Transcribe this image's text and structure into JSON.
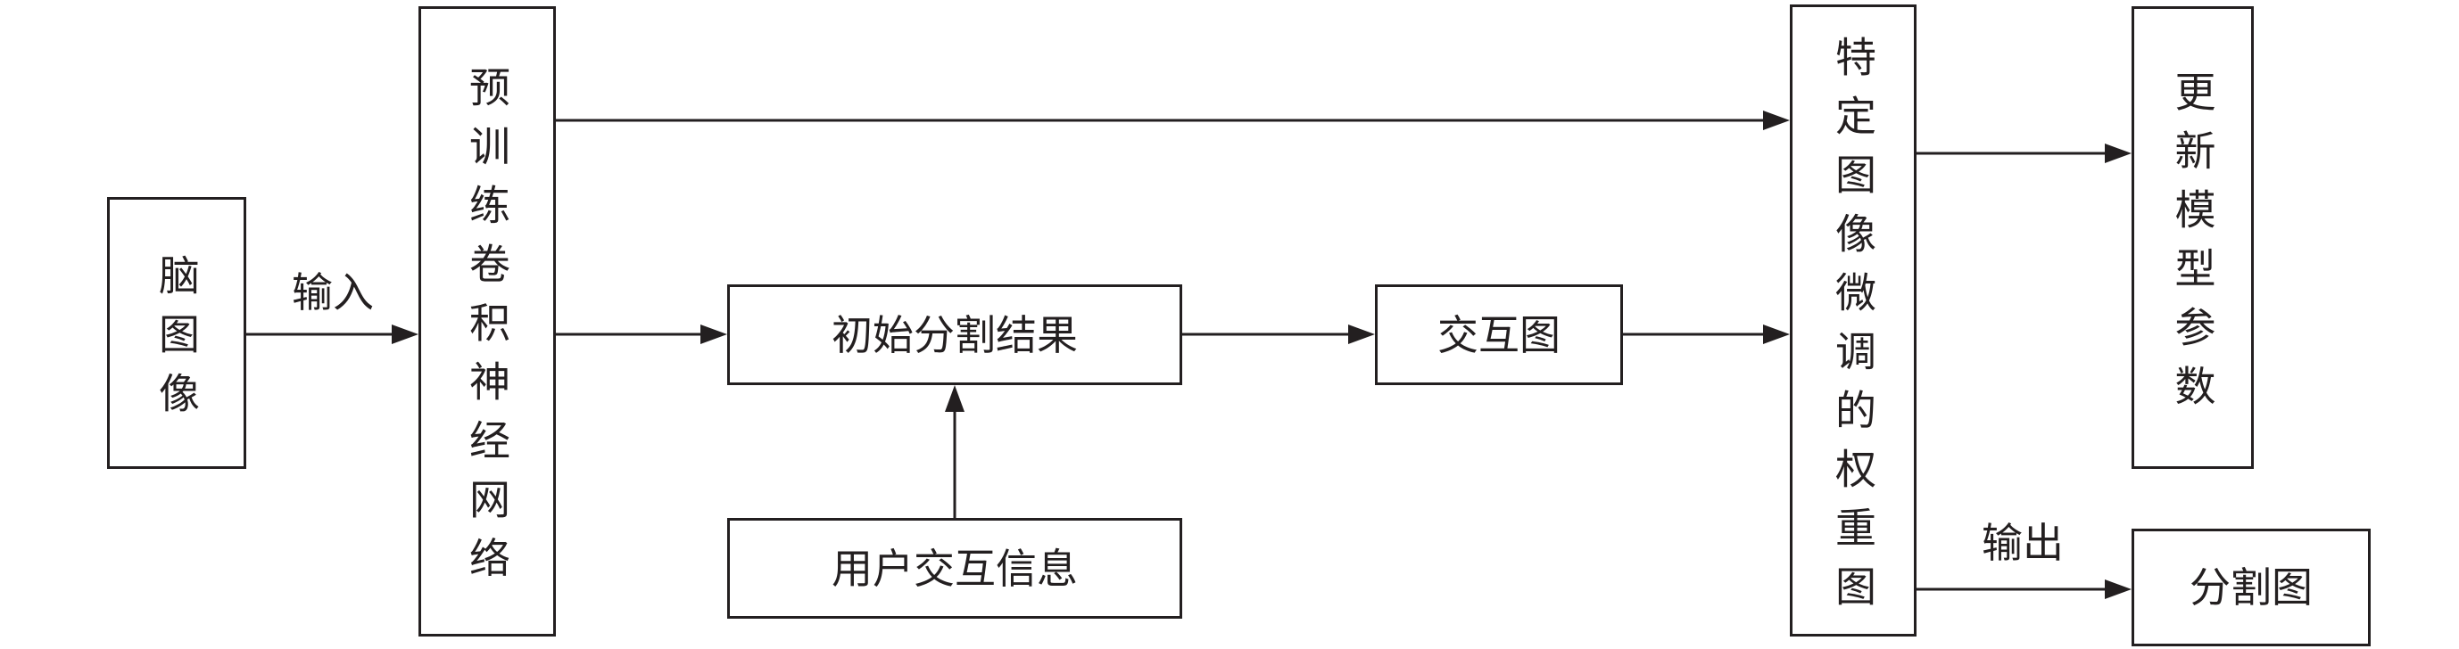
{
  "nodes": {
    "brain_image": "脑图像",
    "pretrained_cnn": "预训练卷积神经网络",
    "initial_segmentation": "初始分割结果",
    "interaction_map": "交互图",
    "user_interaction": "用户交互信息",
    "image_specific_weight_map": "特定图像微调的权重图",
    "update_model_params": "更新模型参数",
    "segmentation_map": "分割图"
  },
  "edge_labels": {
    "input": "输入",
    "output": "输出"
  },
  "colors": {
    "stroke": "#231f20",
    "background": "#ffffff"
  }
}
